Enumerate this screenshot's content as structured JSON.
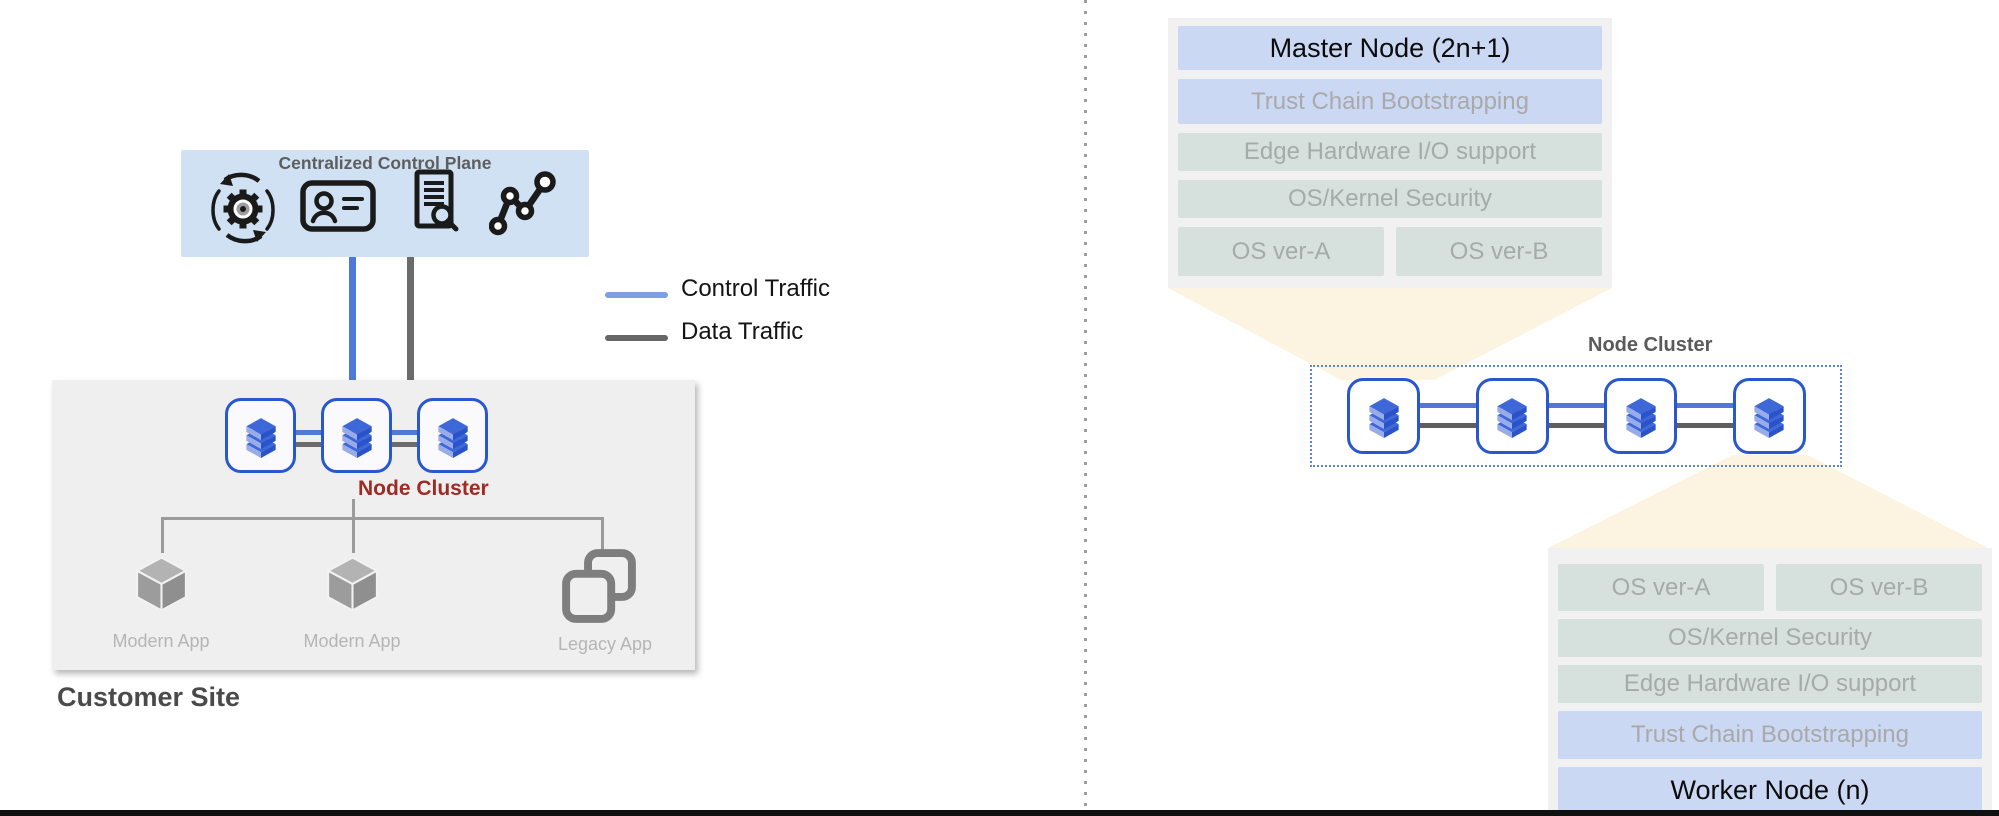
{
  "left": {
    "control_plane": {
      "title": "Centralized Control Plane",
      "icons": [
        "automation-gear-icon",
        "identity-card-icon",
        "audit-document-icon",
        "metrics-graph-icon"
      ]
    },
    "legend": {
      "items": [
        {
          "label": "Control Traffic",
          "color": "#7DA0E4"
        },
        {
          "label": "Data Traffic",
          "color": "#666666"
        }
      ]
    },
    "customer_site": {
      "title": "Customer Site",
      "cluster": {
        "label": "Node Cluster",
        "node_count": 3
      },
      "apps": [
        {
          "label": "Modern App",
          "icon": "cube-icon"
        },
        {
          "label": "Modern App",
          "icon": "cube-icon"
        },
        {
          "label": "Legacy App",
          "icon": "copy-icon"
        }
      ]
    }
  },
  "right": {
    "master_stack": {
      "rows": [
        {
          "cells": [
            {
              "label": "Master Node (2n+1)",
              "style": "blue",
              "emphasis": true
            }
          ]
        },
        {
          "cells": [
            {
              "label": "Trust Chain Bootstrapping",
              "style": "blue"
            }
          ]
        },
        {
          "cells": [
            {
              "label": "Edge Hardware I/O support",
              "style": "green"
            }
          ]
        },
        {
          "cells": [
            {
              "label": "OS/Kernel Security",
              "style": "green"
            }
          ]
        },
        {
          "cells": [
            {
              "label": "OS ver-A",
              "style": "green"
            },
            {
              "label": "OS ver-B",
              "style": "green"
            }
          ]
        }
      ]
    },
    "cluster": {
      "label": "Node Cluster",
      "node_count": 4
    },
    "worker_stack": {
      "rows": [
        {
          "cells": [
            {
              "label": "OS ver-A",
              "style": "green"
            },
            {
              "label": "OS ver-B",
              "style": "green"
            }
          ]
        },
        {
          "cells": [
            {
              "label": "OS/Kernel Security",
              "style": "green"
            }
          ]
        },
        {
          "cells": [
            {
              "label": "Edge Hardware I/O support",
              "style": "green"
            }
          ]
        },
        {
          "cells": [
            {
              "label": "Trust Chain Bootstrapping",
              "style": "blue"
            }
          ]
        },
        {
          "cells": [
            {
              "label": "Worker Node (n)",
              "style": "blue",
              "emphasis": true
            }
          ]
        }
      ]
    }
  },
  "colors": {
    "control_plane_bg": "#CFE1F2",
    "control_traffic": "#7DA0E4",
    "data_traffic": "#666666",
    "node_border_blue": "#2857CE",
    "layer_blue": "#CBD8F4",
    "layer_green": "#D6E0DD",
    "beam_cream": "#FCF3E0",
    "cluster_label_red": "#9E2B25",
    "customer_box_gray": "#EFEFEF"
  }
}
